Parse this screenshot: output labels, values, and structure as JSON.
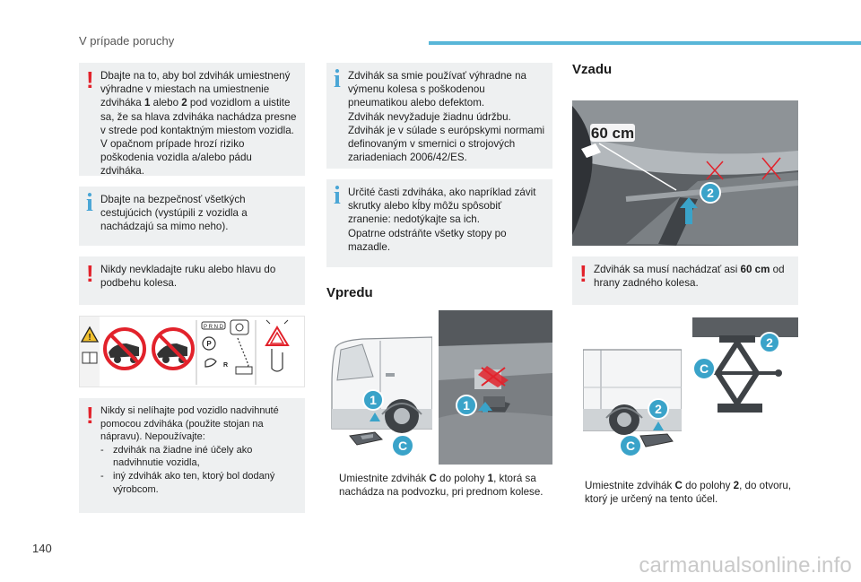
{
  "header": {
    "title": "V prípade poruchy"
  },
  "left_boxes": [
    {
      "type": "warn",
      "html": "Dbajte na to, aby bol zdvihák umiestnený výhradne v miestach na umiestnenie zdviháka <b>1</b> alebo <b>2</b> pod vozidlom a uistite sa, že sa hlava zdviháka nachádza presne v strede pod kontaktným miestom vozidla. V opačnom prípade hrozí riziko poškodenia vozidla a/alebo pádu zdviháka."
    },
    {
      "type": "info",
      "html": "Dbajte na bezpečnosť všetkých cestujúcich (vystúpili z vozidla a nachádzajú sa mimo neho)."
    },
    {
      "type": "warn",
      "html": "Nikdy nevkladajte ruku alebo hlavu do podbehu kolesa."
    }
  ],
  "pictogram_labels": {
    "prnd": "P R N D",
    "p": "P",
    "r": "R"
  },
  "left_box4": {
    "intro": "Nikdy si nelíhajte pod vozidlo nadvihnuté pomocou zdviháka (použite stojan na nápravu). Nepoužívajte:",
    "items": [
      "zdvihák na žiadne iné účely ako nadvihnutie vozidla,",
      "iný zdvihák ako ten, ktorý bol dodaný výrobcom."
    ]
  },
  "middle_boxes": [
    {
      "type": "info",
      "html": "Zdvihák sa smie používať výhradne na výmenu kolesa s poškodenou pneumatikou alebo defektom.<br>Zdvihák nevyžaduje žiadnu údržbu.<br>Zdvihák je v súlade s európskymi normami definovaným v smernici o strojových zariadeniach 2006/42/ES."
    },
    {
      "type": "info",
      "html": "Určité časti zdviháka, ako napríklad závit skrutky alebo kĺby môžu spôsobiť zranenie: nedotýkajte sa ich.<br>Opatrne odstráňte všetky stopy po mazadle."
    }
  ],
  "front": {
    "title": "Vpredu",
    "badge1": "1",
    "badgeC": "C",
    "caption": "Umiestnite zdvihák <b>C</b> do polohy <b>1</b>, ktorá sa nachádza na podvozku, pri prednom kolese."
  },
  "rear": {
    "title": "Vzadu",
    "distance_label": "60 cm",
    "badge2": "2",
    "badgeC": "C",
    "warn_html": "Zdvihák sa musí nachádzať asi <b>60 cm</b> od hrany zadného kolesa.",
    "caption": "Umiestnite zdvihák <b>C</b> do polohy <b>2</b>, do otvoru, ktorý je určený na tento účel."
  },
  "caption_arrow": "",
  "warn_symbol": "!",
  "info_symbol": "i",
  "page_number": "140",
  "watermark": "carmanualsonline.info",
  "colors": {
    "accent": "#58b6d8",
    "warn": "#e2222b",
    "badge": "#3aa3c9",
    "box_bg": "#eef0f1"
  }
}
